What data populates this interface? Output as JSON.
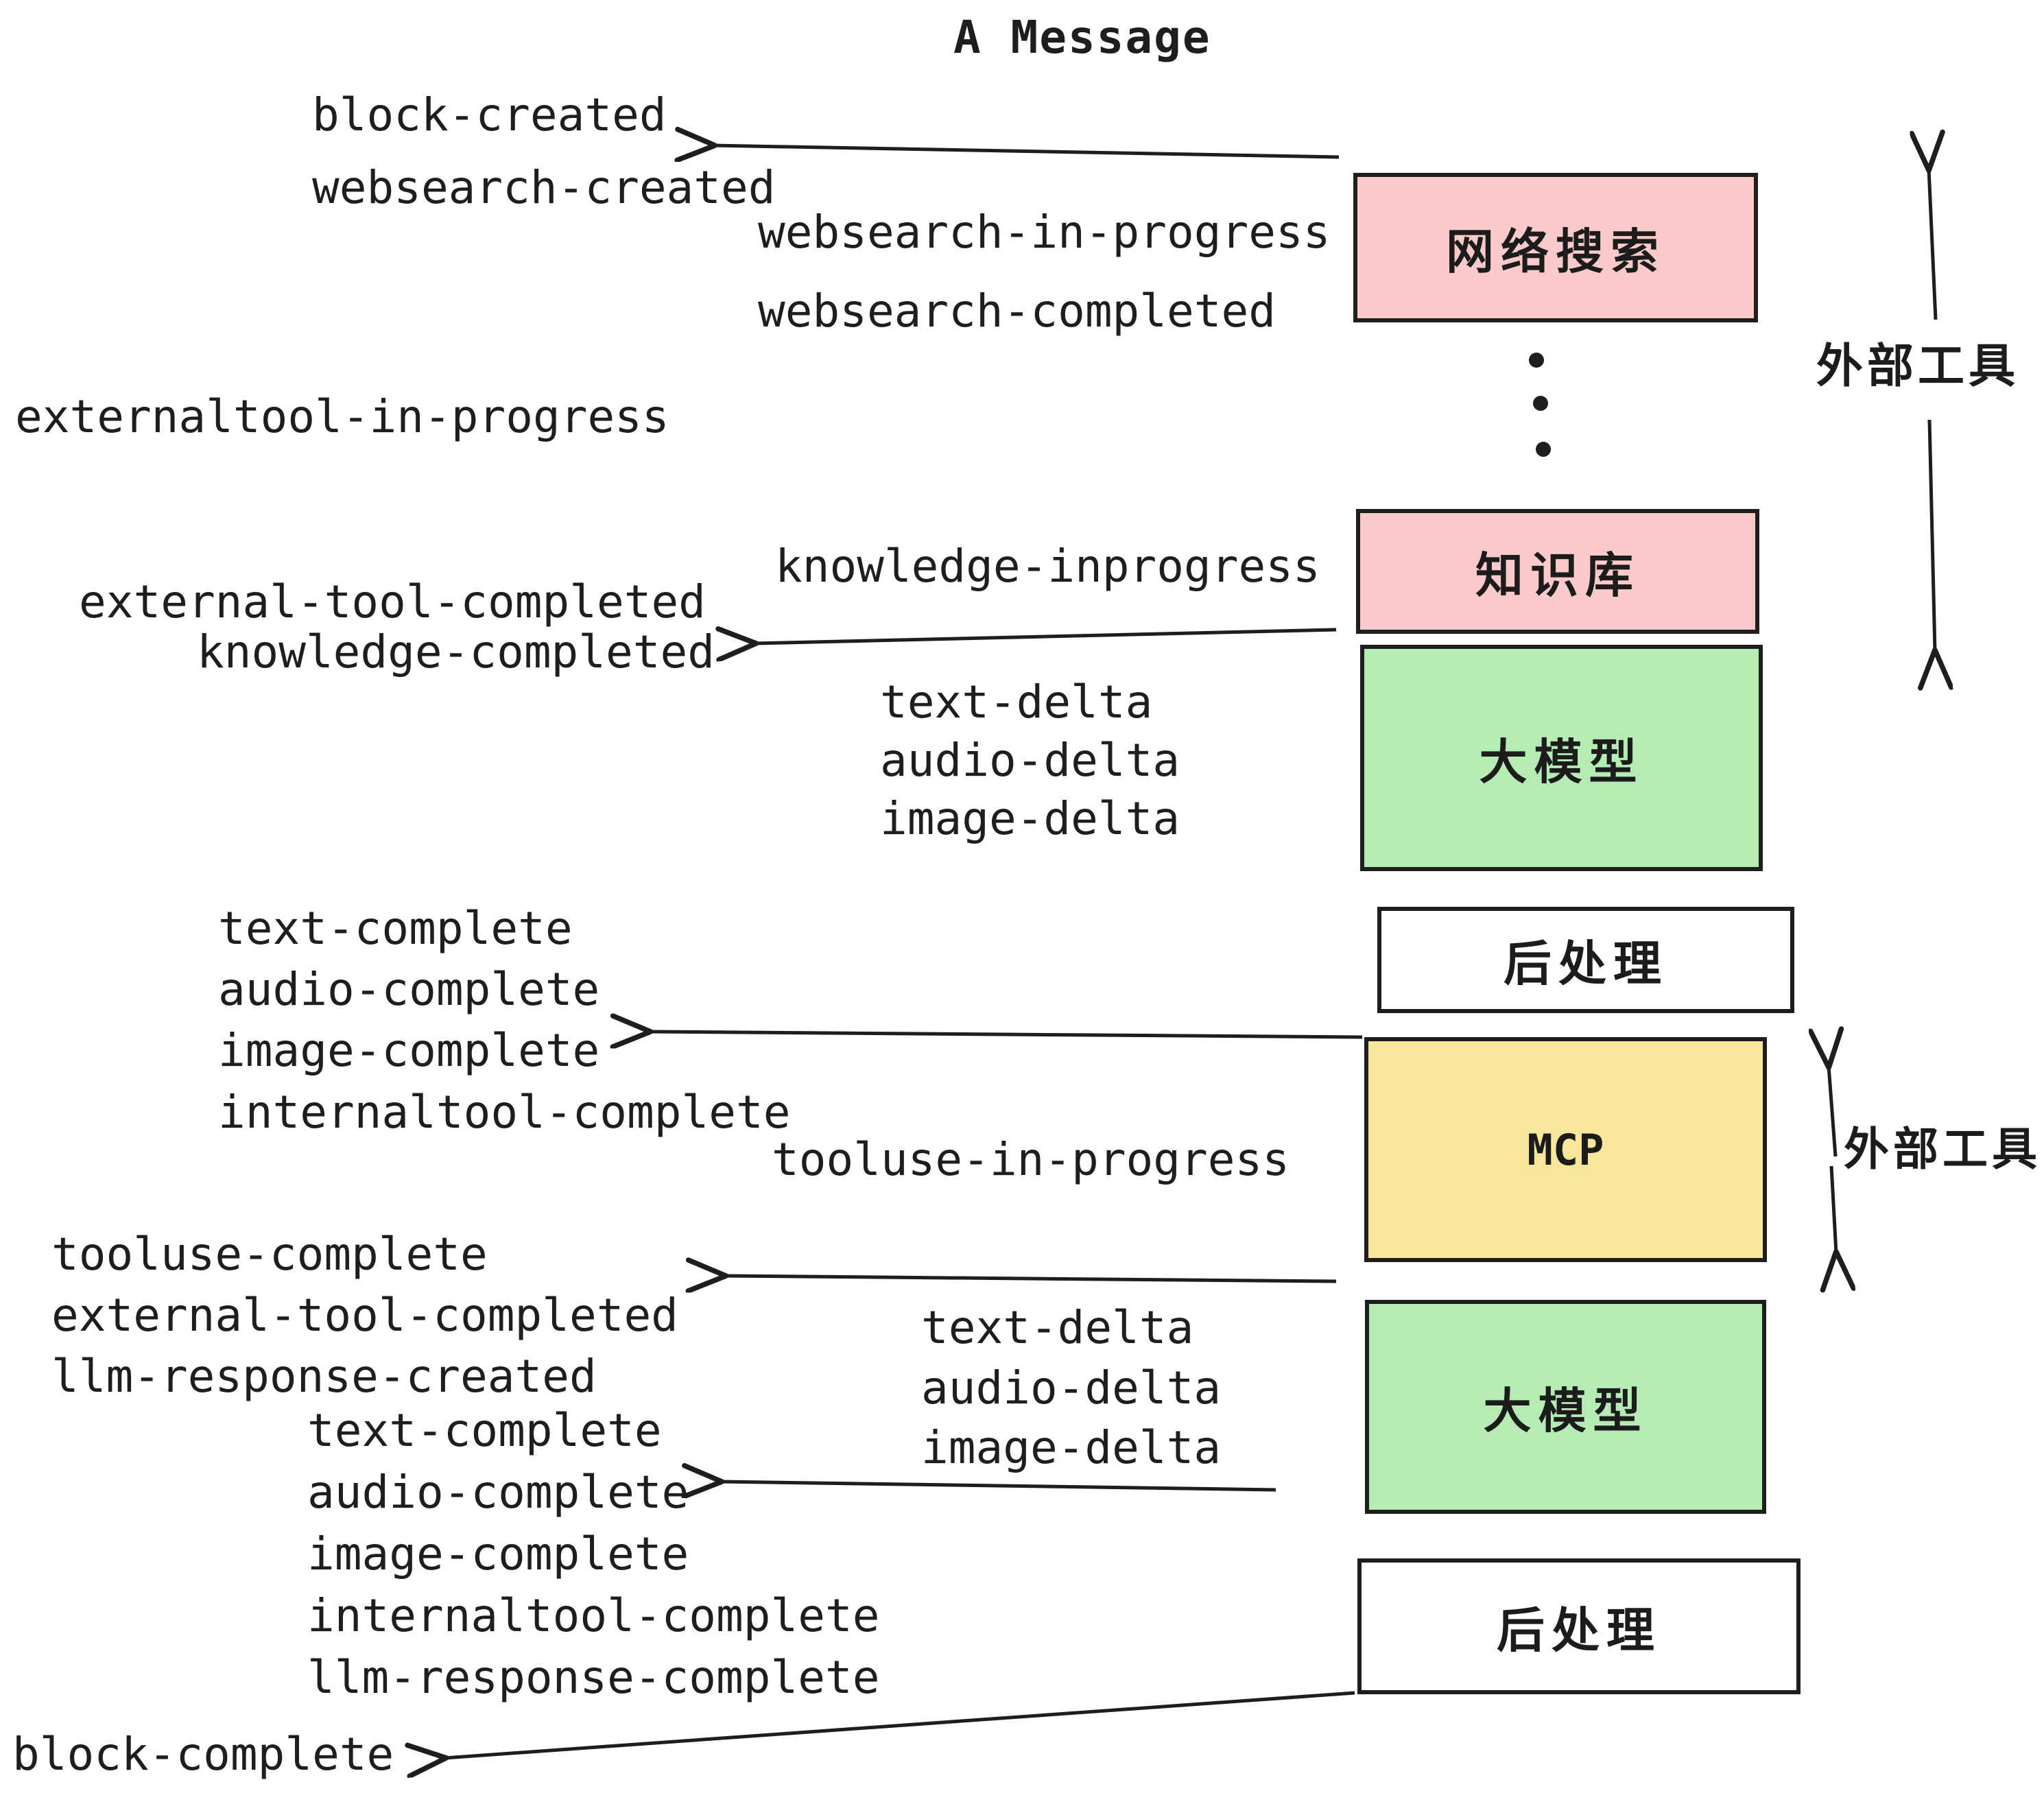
{
  "title": "A Message",
  "colors": {
    "pink": "#fac9ca",
    "green": "#b5ecb4",
    "yellow": "#f8e69a",
    "white": "#ffffff",
    "border": "#1e1e1e",
    "text": "#1e1e1e"
  },
  "boxes": [
    {
      "id": "websearch",
      "label": "网络搜索",
      "color": "pink"
    },
    {
      "id": "knowledge",
      "label": "知识库",
      "color": "pink"
    },
    {
      "id": "llm-1",
      "label": "大模型",
      "color": "green"
    },
    {
      "id": "postprocess-1",
      "label": "后处理",
      "color": "white"
    },
    {
      "id": "mcp",
      "label": "MCP",
      "color": "yellow"
    },
    {
      "id": "llm-2",
      "label": "大模型",
      "color": "green"
    },
    {
      "id": "postprocess-2",
      "label": "后处理",
      "color": "white"
    }
  ],
  "side_labels": [
    "外部工具",
    "外部工具"
  ],
  "events": {
    "block_created": "block-created",
    "websearch_created": "websearch-created",
    "websearch_in_progress": "websearch-in-progress",
    "websearch_completed": "websearch-completed",
    "externaltool_in_progress": "externaltool-in-progress",
    "knowledge_inprogress": "knowledge-inprogress",
    "external_tool_completed_1": "external-tool-completed",
    "knowledge_completed": "knowledge-completed",
    "text_delta_1": "text-delta",
    "audio_delta_1": "audio-delta",
    "image_delta_1": "image-delta",
    "text_complete_1": "text-complete",
    "audio_complete_1": "audio-complete",
    "image_complete_1": "image-complete",
    "internaltool_complete_1": "internaltool-complete",
    "tooluse_in_progress": "tooluse-in-progress",
    "tooluse_complete": "tooluse-complete",
    "external_tool_completed_2": "external-tool-completed",
    "llm_response_created": "llm-response-created",
    "text_delta_2": "text-delta",
    "audio_delta_2": "audio-delta",
    "image_delta_2": "image-delta",
    "text_complete_2": "text-complete",
    "audio_complete_2": "audio-complete",
    "image_complete_2": "image-complete",
    "internaltool_complete_2": "internaltool-complete",
    "llm_response_complete": "llm-response-complete",
    "block_complete": "block-complete"
  }
}
